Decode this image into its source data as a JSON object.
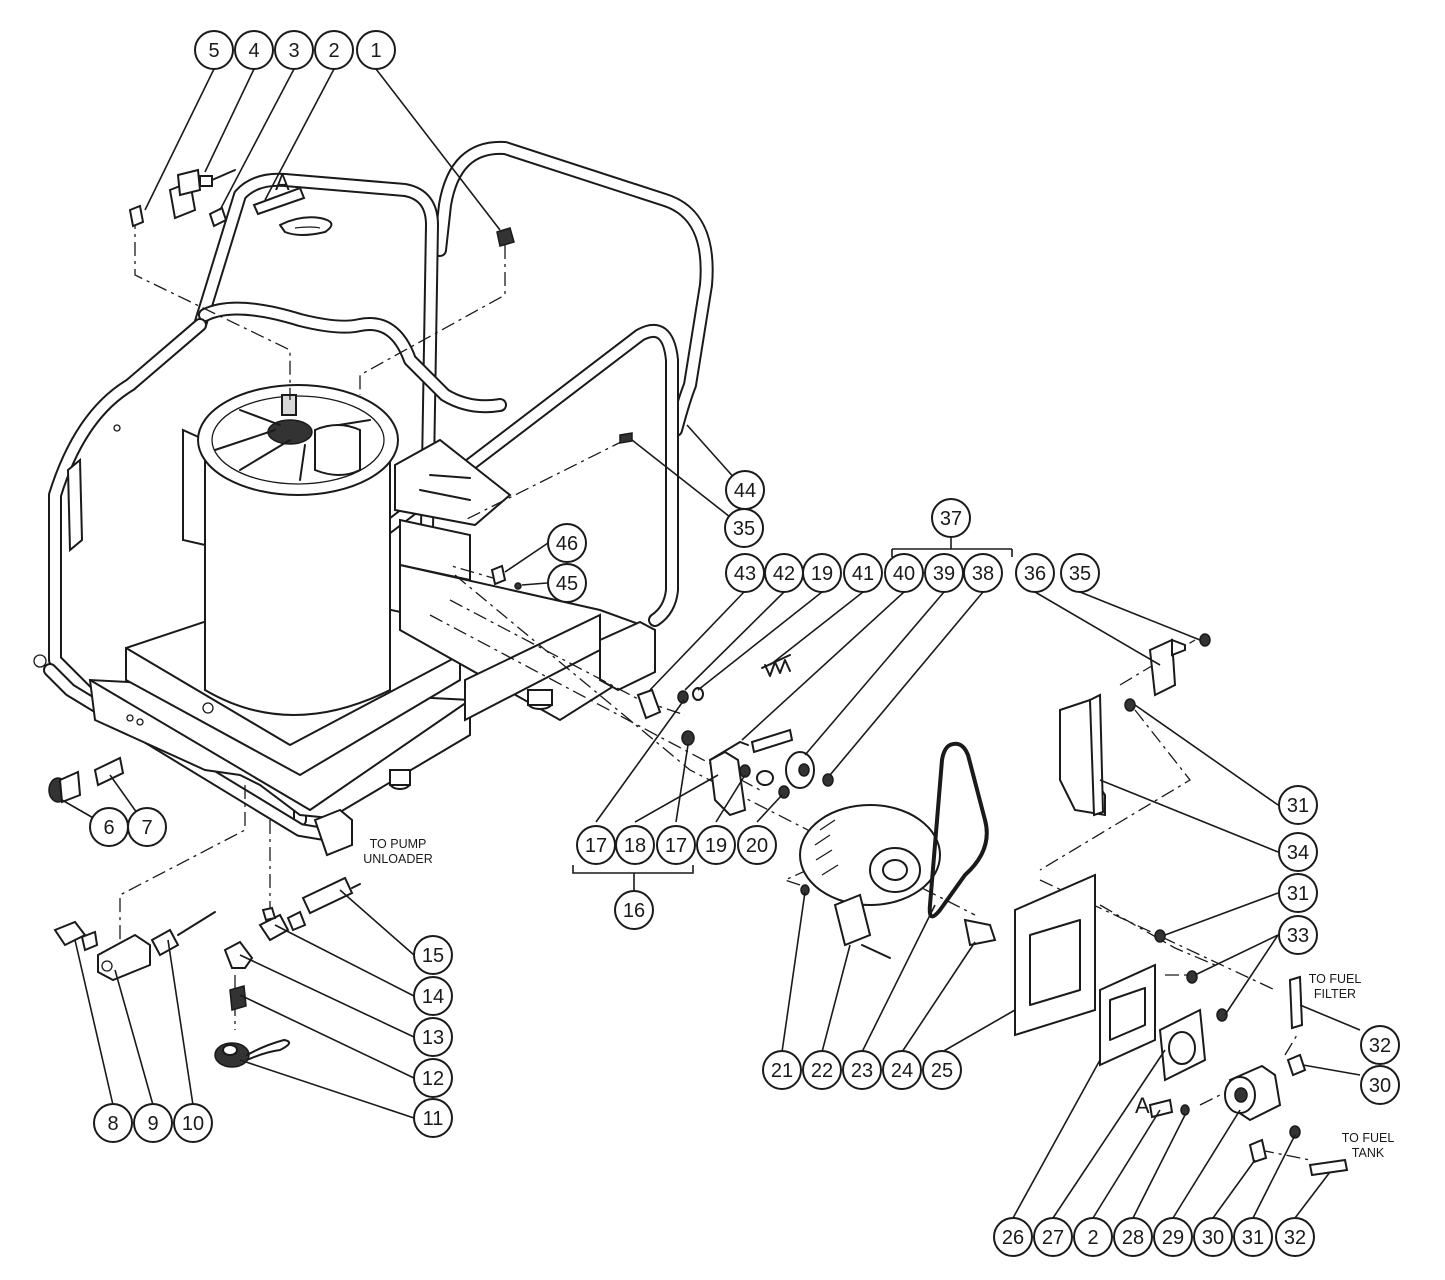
{
  "callouts": [
    {
      "label": "5"
    },
    {
      "label": "4"
    },
    {
      "label": "3"
    },
    {
      "label": "2"
    },
    {
      "label": "1"
    },
    {
      "label": "44"
    },
    {
      "label": "35"
    },
    {
      "label": "46"
    },
    {
      "label": "45"
    },
    {
      "label": "37"
    },
    {
      "label": "43"
    },
    {
      "label": "42"
    },
    {
      "label": "19"
    },
    {
      "label": "41"
    },
    {
      "label": "40"
    },
    {
      "label": "39"
    },
    {
      "label": "38"
    },
    {
      "label": "36"
    },
    {
      "label": "35"
    },
    {
      "label": "6"
    },
    {
      "label": "7"
    },
    {
      "label": "17"
    },
    {
      "label": "18"
    },
    {
      "label": "17"
    },
    {
      "label": "19"
    },
    {
      "label": "20"
    },
    {
      "label": "16"
    },
    {
      "label": "31"
    },
    {
      "label": "34"
    },
    {
      "label": "31"
    },
    {
      "label": "33"
    },
    {
      "label": "15"
    },
    {
      "label": "14"
    },
    {
      "label": "13"
    },
    {
      "label": "12"
    },
    {
      "label": "11"
    },
    {
      "label": "8"
    },
    {
      "label": "9"
    },
    {
      "label": "10"
    },
    {
      "label": "21"
    },
    {
      "label": "22"
    },
    {
      "label": "23"
    },
    {
      "label": "24"
    },
    {
      "label": "25"
    },
    {
      "label": "32"
    },
    {
      "label": "30"
    },
    {
      "label": "26"
    },
    {
      "label": "27"
    },
    {
      "label": "2"
    },
    {
      "label": "28"
    },
    {
      "label": "29"
    },
    {
      "label": "30"
    },
    {
      "label": "31"
    },
    {
      "label": "32"
    }
  ],
  "notes": {
    "to_pump_unloader": [
      "TO PUMP",
      "UNLOADER"
    ],
    "to_fuel_filter": [
      "TO FUEL",
      "FILTER"
    ],
    "to_fuel_tank": [
      "TO FUEL",
      "TANK"
    ],
    "ref_a_top": "A",
    "ref_a_bottom": "A"
  }
}
